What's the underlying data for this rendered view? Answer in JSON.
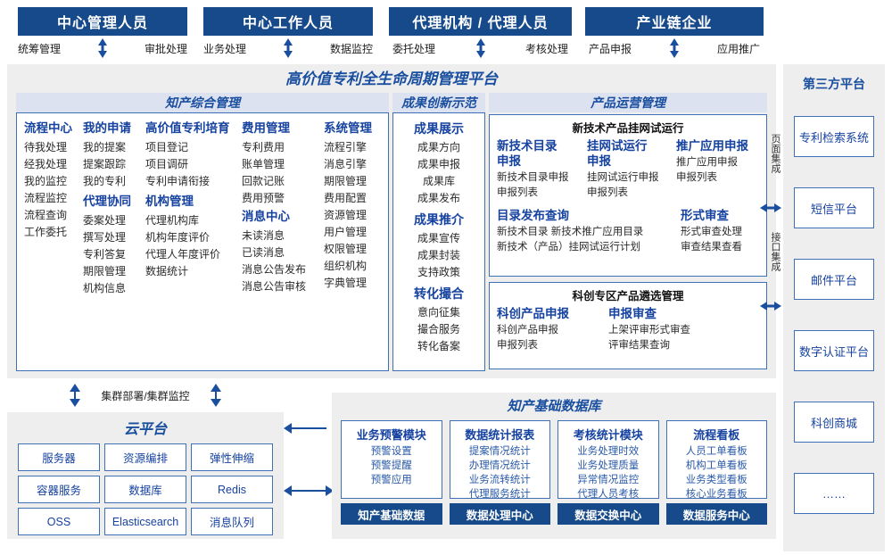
{
  "actors": [
    {
      "title": "中心管理人员",
      "left": "统筹管理",
      "right": "审批处理"
    },
    {
      "title": "中心工作人员",
      "left": "业务处理",
      "right": "数据监控"
    },
    {
      "title": "代理机构 / 代理人员",
      "left": "委托处理",
      "right": "考核处理"
    },
    {
      "title": "产业链企业",
      "left": "产品申报",
      "right": "应用推广"
    }
  ],
  "platform": {
    "title": "高价值专利全生命周期管理平台",
    "sections": {
      "zhichan": {
        "header": "知产综合管理",
        "columns": [
          {
            "groups": [
              {
                "title": "流程中心",
                "items": [
                  "待我处理",
                  "经我处理",
                  "我的监控",
                  "流程监控",
                  "流程查询",
                  "工作委托"
                ]
              }
            ]
          },
          {
            "groups": [
              {
                "title": "我的申请",
                "items": [
                  "我的提案",
                  "提案跟踪",
                  "我的专利"
                ]
              },
              {
                "title": "代理协同",
                "items": [
                  "委案处理",
                  "撰写处理",
                  "专利答复",
                  "期限管理",
                  "机构信息"
                ]
              }
            ]
          },
          {
            "groups": [
              {
                "title": "高价值专利培育",
                "items": [
                  "项目登记",
                  "项目调研",
                  "专利申请衔接"
                ]
              },
              {
                "title": "机构管理",
                "items": [
                  "代理机构库",
                  "机构年度评价",
                  "代理人年度评价",
                  "数据统计"
                ]
              }
            ]
          },
          {
            "groups": [
              {
                "title": "费用管理",
                "items": [
                  "专利费用",
                  "账单管理",
                  "回款记账",
                  "费用预警"
                ]
              },
              {
                "title": "消息中心",
                "items": [
                  "未读消息",
                  "已读消息",
                  "消息公告发布",
                  "消息公告审核"
                ]
              }
            ]
          },
          {
            "groups": [
              {
                "title": "系统管理",
                "items": [
                  "流程引擎",
                  "消息引擎",
                  "期限管理",
                  "费用配置",
                  "资源管理",
                  "用户管理",
                  "权限管理",
                  "组织机构",
                  "字典管理"
                ]
              }
            ]
          }
        ]
      },
      "chengguo": {
        "header": "成果创新示范",
        "groups": [
          {
            "title": "成果展示",
            "items": [
              "成果方向",
              "成果申报",
              "成果库",
              "成果发布"
            ]
          },
          {
            "title": "成果推介",
            "items": [
              "成果宣传",
              "成果封装",
              "支持政策"
            ]
          },
          {
            "title": "转化撮合",
            "items": [
              "意向征集",
              "撮合服务",
              "转化备案"
            ]
          }
        ]
      },
      "chanpin": {
        "header": "产品运营管理",
        "box1": {
          "title": "新技术产品挂网试运行",
          "row1": [
            {
              "head": "新技术目录申报",
              "items": [
                "新技术目录申报",
                "申报列表"
              ]
            },
            {
              "head": "挂网试运行申报",
              "items": [
                "挂网试运行申报",
                "申报列表"
              ]
            },
            {
              "head": "推广应用申报",
              "items": [
                "推广应用申报",
                "申报列表"
              ]
            }
          ],
          "row2": [
            {
              "head": "目录发布查询",
              "items": [
                "新技术目录     新技术推广应用目录",
                "新技术（产品）挂网试运行计划"
              ]
            },
            {
              "head": "形式审查",
              "items": [
                "形式审查处理",
                "审查结果查看"
              ]
            }
          ]
        },
        "box2": {
          "title": "科创专区产品遴选管理",
          "cols": [
            {
              "head": "科创产品申报",
              "items": [
                "科创产品申报",
                "申报列表"
              ]
            },
            {
              "head": "申报审查",
              "items": [
                "上架评审形式审查",
                "评审结果查询"
              ]
            }
          ]
        }
      }
    }
  },
  "rail": {
    "label_top": "页面集成",
    "label_bottom": "接口集成"
  },
  "third_party": {
    "title": "第三方平台",
    "boxes": [
      "专利检索系统",
      "短信平台",
      "邮件平台",
      "数字认证平台",
      "科创商城",
      "……"
    ]
  },
  "cloud": {
    "connector_label": "集群部署/集群监控",
    "title": "云平台",
    "cells": [
      "服务器",
      "资源编排",
      "弹性伸缩",
      "容器服务",
      "数据库",
      "Redis",
      "OSS",
      "Elasticsearch",
      "消息队列"
    ]
  },
  "database": {
    "title": "知产基础数据库",
    "columns": [
      {
        "title": "业务预警模块",
        "items": [
          "预警设置",
          "预警提醒",
          "预警应用"
        ],
        "footer": "知产基础数据"
      },
      {
        "title": "数据统计报表",
        "items": [
          "提案情况统计",
          "办理情况统计",
          "业务流转统计",
          "代理服务统计"
        ],
        "footer": "数据处理中心"
      },
      {
        "title": "考核统计模块",
        "items": [
          "业务处理时效",
          "业务处理质量",
          "异常情况监控",
          "代理人员考核"
        ],
        "footer": "数据交换中心"
      },
      {
        "title": "流程看板",
        "items": [
          "人员工单看板",
          "机构工单看板",
          "业务类型看板",
          "核心业务看板"
        ],
        "footer": "数据服务中心"
      }
    ]
  },
  "colors": {
    "navy": "#174a8b",
    "accent": "#1a4fa0",
    "panel": "#eeeeee",
    "sec_head": "#dde2f0"
  }
}
